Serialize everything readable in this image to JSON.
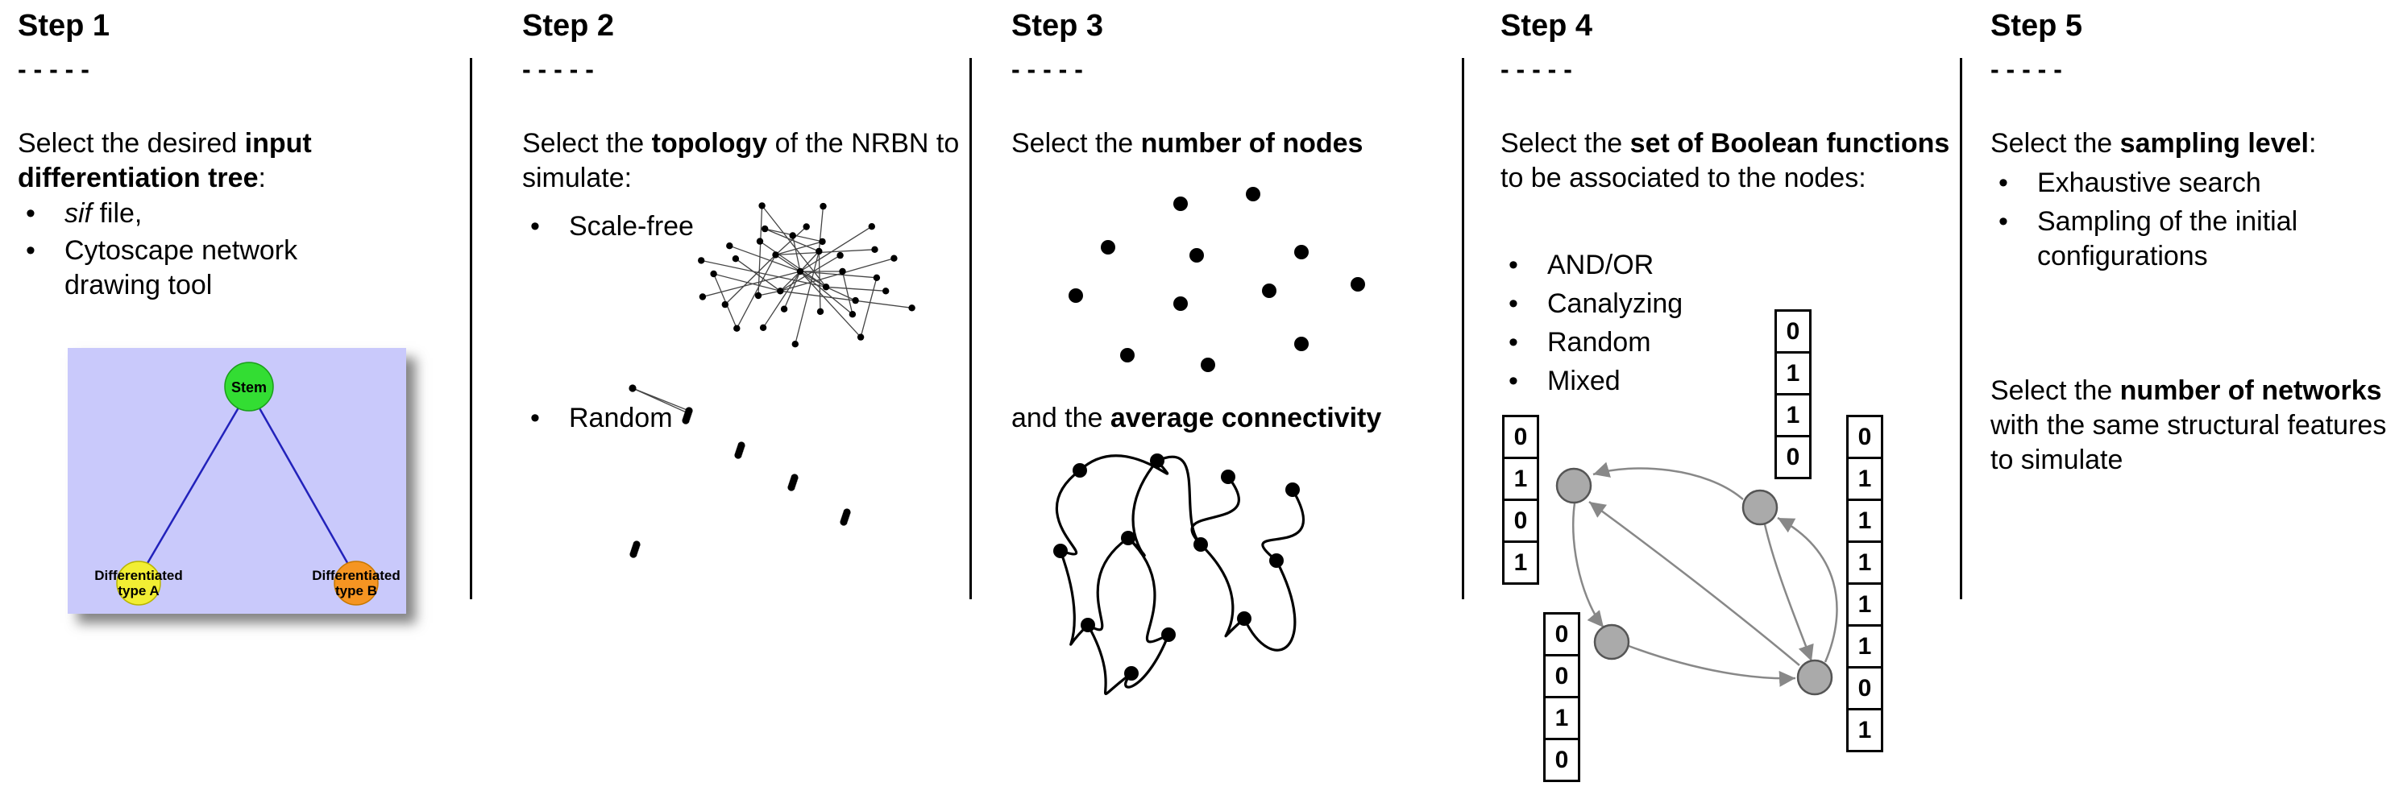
{
  "bullet_char": "•",
  "steps": [
    {
      "title": "Step 1",
      "dashes": "- - - - -",
      "intro": {
        "pre": "Select the desired ",
        "bold": "input differentiation tree",
        "post": ":"
      },
      "bullets": [
        {
          "italic": "sif",
          "rest": " file,"
        },
        {
          "text": "Cytoscape network drawing tool"
        }
      ],
      "tree": {
        "stem_label": "Stem",
        "left_label_line1": "Differentiated",
        "left_label_line2": "type A",
        "right_label_line1": "Differentiated",
        "right_label_line2": "type B",
        "colors": {
          "background": "#c9c9fb",
          "stem": "#33dd33",
          "left": "#f2ee33",
          "right": "#f59522",
          "edge": "#2222bb"
        }
      }
    },
    {
      "title": "Step 2",
      "dashes": "- - - - -",
      "intro": {
        "pre": "Select the ",
        "bold": "topology",
        "post": " of the NRBN to simulate:"
      },
      "bullets": [
        {
          "text": "Scale-free"
        },
        {
          "text": "Random"
        }
      ]
    },
    {
      "title": "Step 3",
      "dashes": "- - - - -",
      "intro": {
        "pre": "Select the ",
        "bold": "number of nodes",
        "post": ""
      },
      "second": {
        "pre": "and the ",
        "bold": "average connectivity",
        "post": ""
      }
    },
    {
      "title": "Step 4",
      "dashes": "- - - - -",
      "intro": {
        "pre": "Select the ",
        "bold": "set of Boolean functions",
        "post": " to be associated to the nodes:"
      },
      "bullets": [
        {
          "text": "AND/OR"
        },
        {
          "text": "Canalyzing"
        },
        {
          "text": "Random"
        },
        {
          "text": "Mixed"
        }
      ],
      "tables": {
        "left": [
          "0",
          "1",
          "0",
          "1"
        ],
        "top": [
          "0",
          "1",
          "1",
          "0"
        ],
        "right": [
          "0",
          "1",
          "1",
          "1",
          "1",
          "1",
          "0",
          "1"
        ],
        "bottom": [
          "0",
          "0",
          "1",
          "0"
        ]
      }
    },
    {
      "title": "Step 5",
      "dashes": "- - - - -",
      "intro": {
        "pre": "Select the ",
        "bold": "sampling level",
        "post": ":"
      },
      "bullets": [
        {
          "text": "Exhaustive search"
        },
        {
          "text": "Sampling of the initial configurations"
        }
      ],
      "second": {
        "pre": "Select the ",
        "bold": "number of networks",
        "post": " with the same structural features to simulate"
      }
    }
  ]
}
